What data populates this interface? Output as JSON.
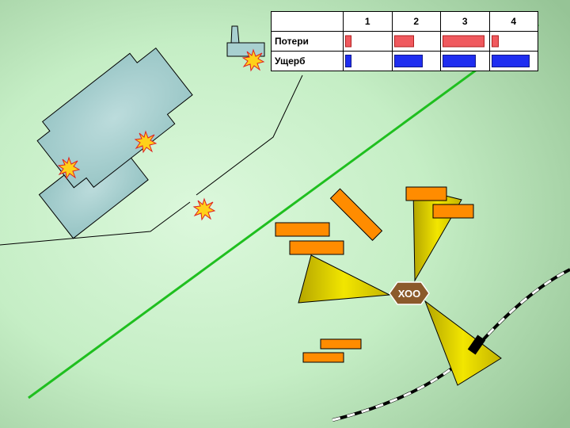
{
  "table": {
    "columns": [
      "1",
      "2",
      "3",
      "4"
    ],
    "rows": [
      {
        "label": "Потери",
        "color": "#f0595e",
        "values": [
          0.1,
          0.4,
          0.9,
          0.12
        ]
      },
      {
        "label": "Ущерб",
        "color": "#1f2ef0",
        "values": [
          0.1,
          0.6,
          0.7,
          0.8
        ]
      }
    ]
  },
  "center_marker": {
    "label": "ХОО",
    "color": "#8b5a2b"
  },
  "colors": {
    "background_light": "#d8f7d8",
    "background_dark": "#9ac89a",
    "boundary_line": "#1fbf1f",
    "zone_fill": "#e8d800",
    "unit_fill": "#ff8c00",
    "building_fill": "#a8d0d0",
    "explosion_fill": "#ffd11a",
    "explosion_stroke": "#e02020"
  }
}
